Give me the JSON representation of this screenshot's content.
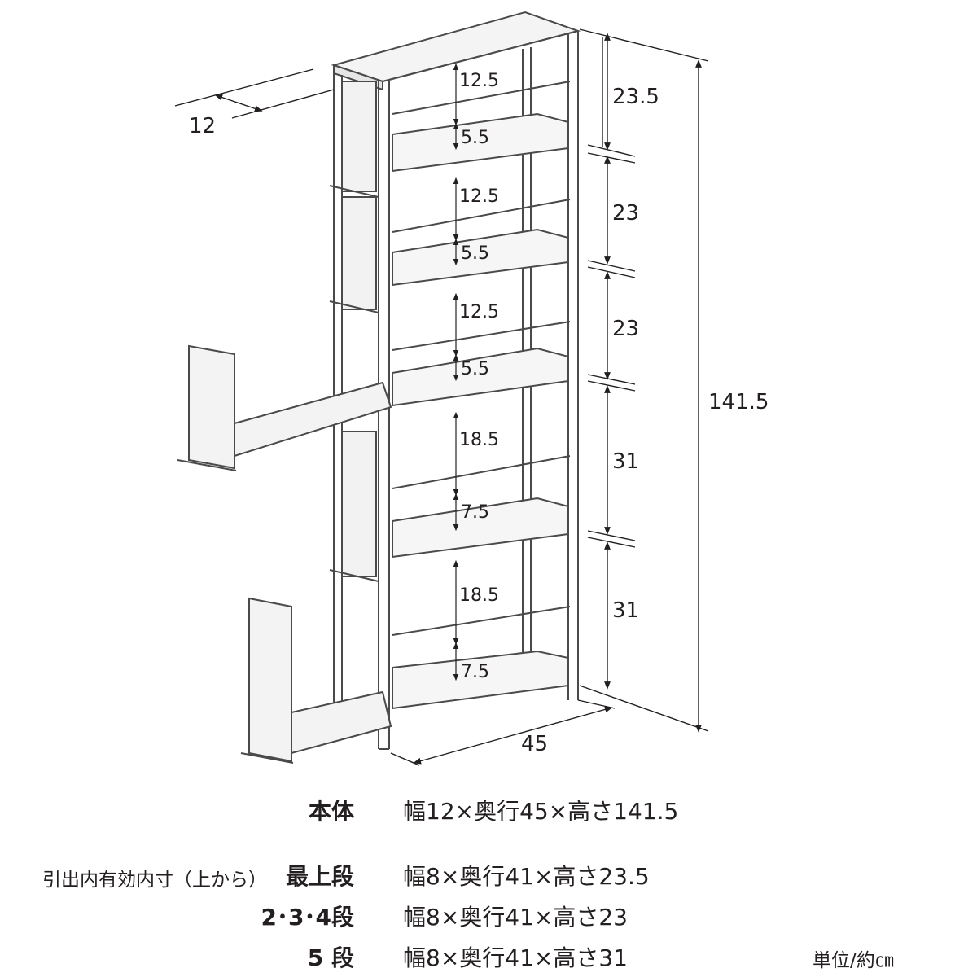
{
  "diagram": {
    "dimensions": {
      "depth": "12",
      "width": "45",
      "total_height": "141.5",
      "tier1_height": "23.5",
      "tier2_height": "23",
      "tier3_height": "23",
      "tier4_height": "31",
      "tier5_height": "31",
      "inner_labels": [
        {
          "upper": "12.5",
          "lower": "5.5"
        },
        {
          "upper": "12.5",
          "lower": "5.5"
        },
        {
          "upper": "12.5",
          "lower": "5.5"
        },
        {
          "upper": "18.5",
          "lower": "7.5"
        },
        {
          "upper": "18.5",
          "lower": "7.5"
        }
      ]
    }
  },
  "specs": {
    "body_label": "本体",
    "body_value": "幅12×奥行45×高さ141.5",
    "inner_caption": "引出内有効内寸（上から）",
    "rows": [
      {
        "label": "最上段",
        "value": "幅8×奥行41×高さ23.5"
      },
      {
        "label": "2･3･4段",
        "value": "幅8×奥行41×高さ23"
      },
      {
        "label": "5 段",
        "value": "幅8×奥行41×高さ31"
      }
    ],
    "unit": "単位/約㎝"
  }
}
